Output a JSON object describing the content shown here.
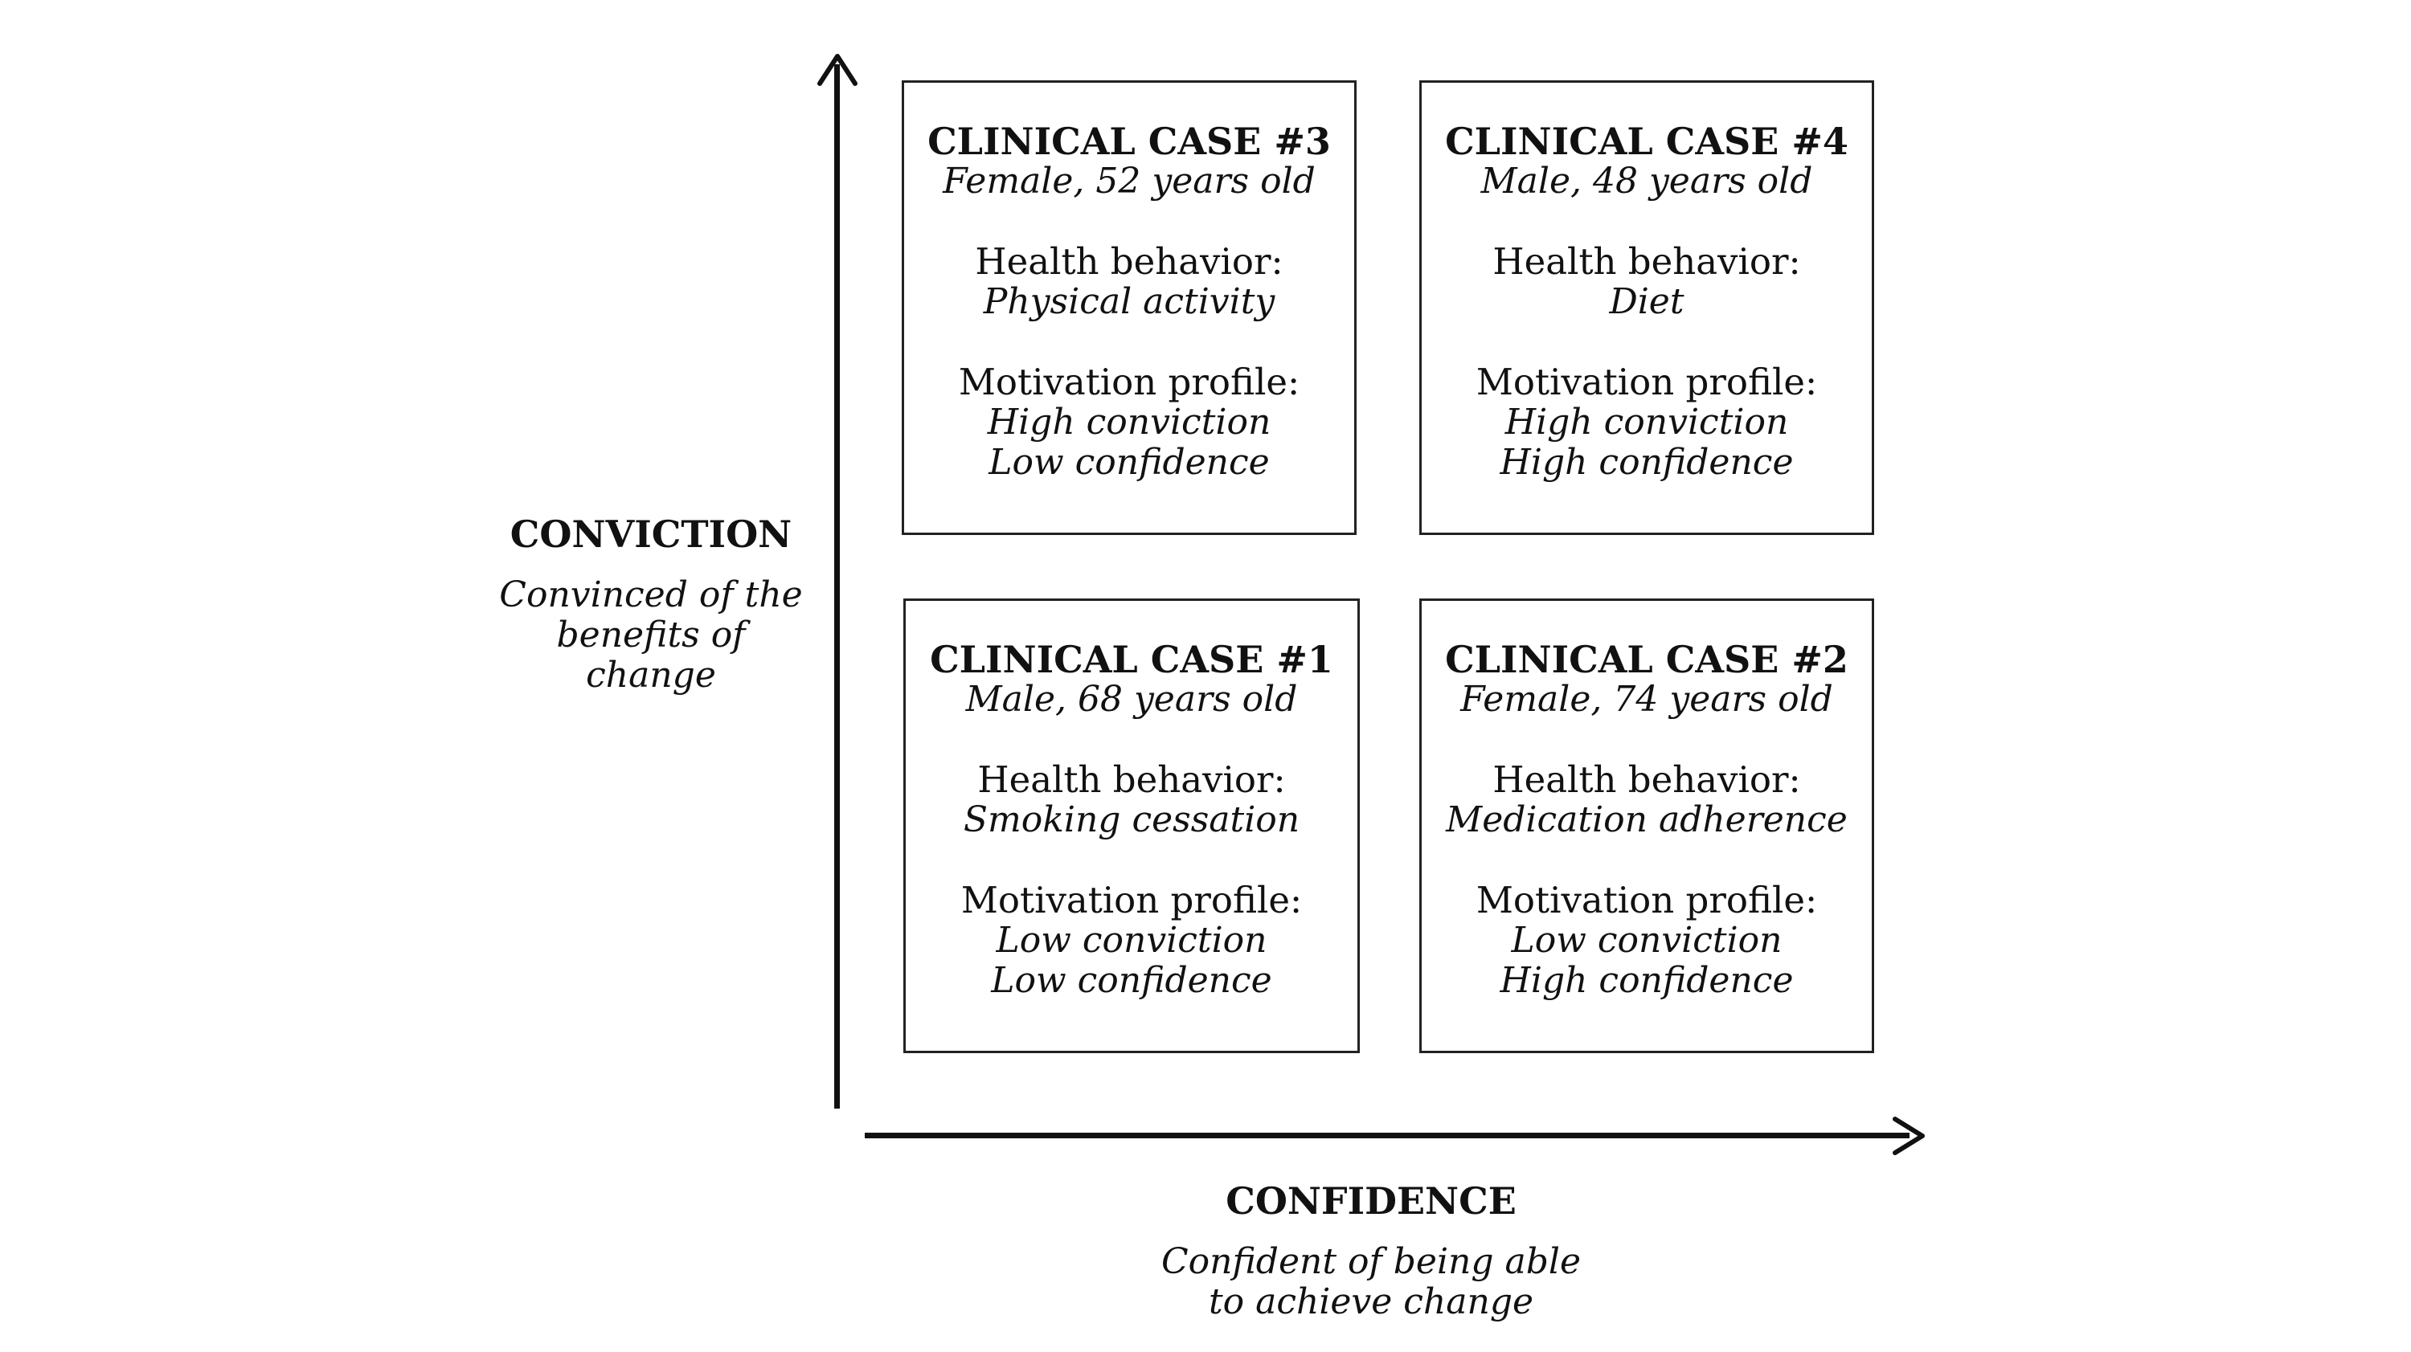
{
  "axes": {
    "y": {
      "title": "CONVICTION",
      "subtitle_line1": "Convinced of the",
      "subtitle_line2": "benefits of change"
    },
    "x": {
      "title": "CONFIDENCE",
      "subtitle_line1": "Confident of being able",
      "subtitle_line2": "to achieve change"
    }
  },
  "cases": {
    "case3": {
      "title": "CLINICAL CASE #3",
      "demographics": "Female, 52 years old",
      "behavior_label": "Health behavior:",
      "behavior": "Physical activity",
      "profile_label": "Motivation profile:",
      "conviction": "High conviction",
      "confidence": "Low confidence"
    },
    "case4": {
      "title": "CLINICAL CASE #4",
      "demographics": "Male, 48 years old",
      "behavior_label": "Health behavior:",
      "behavior": "Diet",
      "profile_label": "Motivation profile:",
      "conviction": "High conviction",
      "confidence": "High confidence"
    },
    "case1": {
      "title": "CLINICAL CASE #1",
      "demographics": "Male, 68 years old",
      "behavior_label": "Health behavior:",
      "behavior": "Smoking cessation",
      "profile_label": "Motivation profile:",
      "conviction": "Low conviction",
      "confidence": "Low confidence"
    },
    "case2": {
      "title": "CLINICAL CASE #2",
      "demographics": "Female, 74 years old",
      "behavior_label": "Health behavior:",
      "behavior": "Medication adherence",
      "profile_label": "Motivation profile:",
      "conviction": "Low conviction",
      "confidence": "High confidence"
    }
  }
}
